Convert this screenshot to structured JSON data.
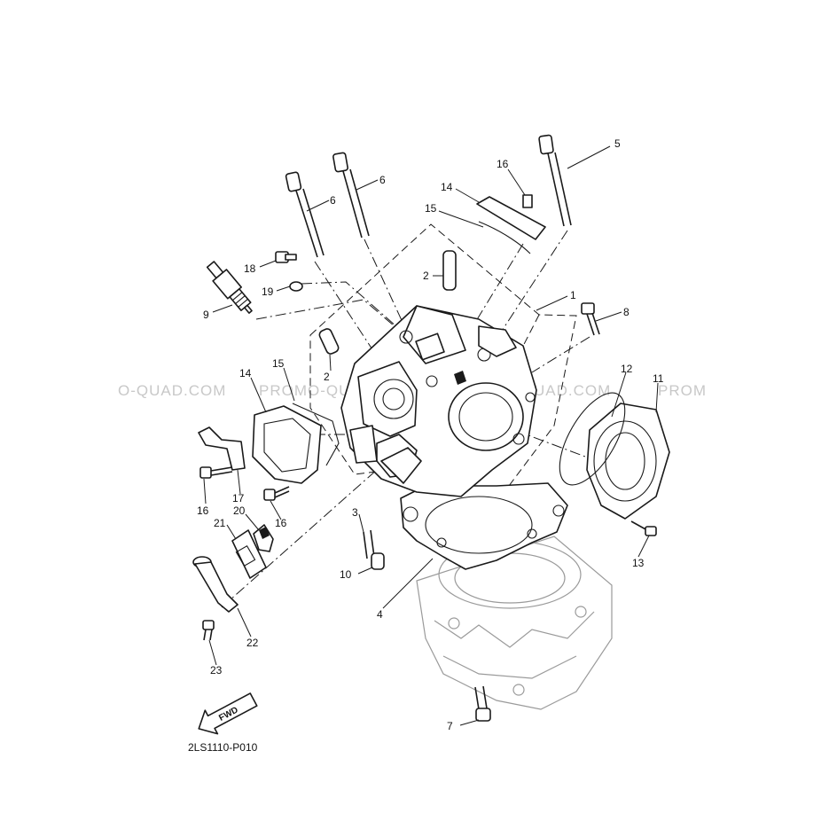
{
  "diagram": {
    "code": "2LS1110-P010",
    "fwd_label": "FWD",
    "watermarks": [
      "O-QUAD.COM",
      "PROMO-QUAD.COM",
      "PROTO-QUAD.COM",
      "PROM"
    ],
    "callouts": [
      "1",
      "2",
      "2",
      "3",
      "4",
      "5",
      "6",
      "6",
      "7",
      "8",
      "9",
      "10",
      "11",
      "12",
      "13",
      "14",
      "14",
      "15",
      "15",
      "16",
      "16",
      "16",
      "17",
      "18",
      "19",
      "20",
      "21",
      "22",
      "23"
    ]
  },
  "colors": {
    "line": "#1a1a1a",
    "watermark": "#c8c8c8",
    "ghost": "#9a9a9a",
    "background": "#ffffff"
  },
  "icons": [
    "fwd-arrow-icon"
  ]
}
